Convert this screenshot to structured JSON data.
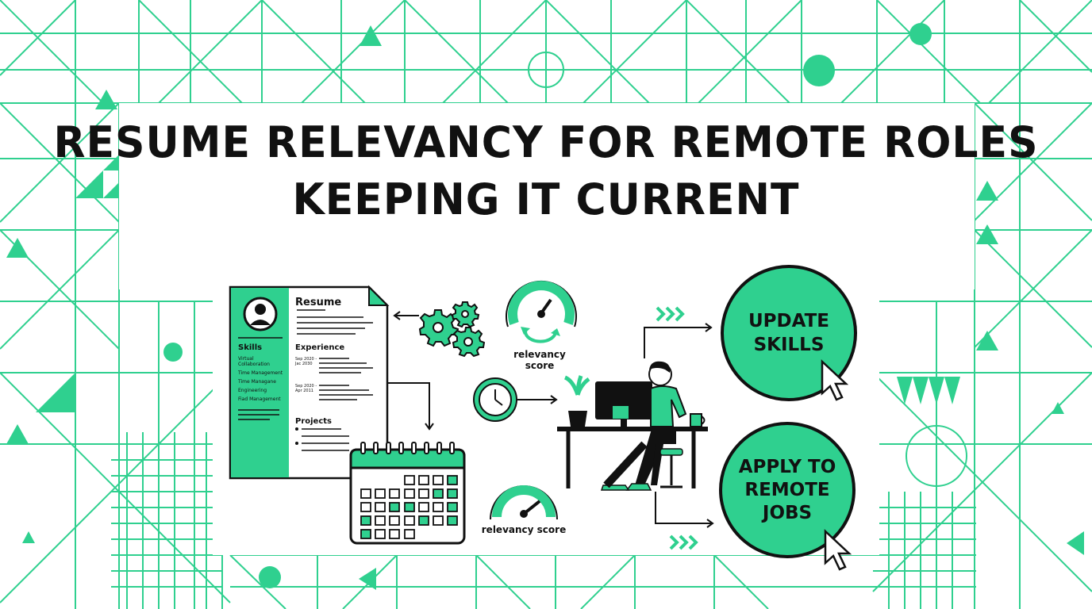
{
  "title": {
    "line1": "RESUME RELEVANCY FOR REMOTE ROLES",
    "line2": "KEEPING IT CURRENT"
  },
  "resume": {
    "heading": "Resume",
    "skills_heading": "Skills",
    "skills": [
      "Virtual Collaboration",
      "Time Management",
      "Time Managane",
      "Engineering",
      "Fiad Management"
    ],
    "experience_heading": "Experience",
    "dates": [
      "Sep 2020 - Jac 2030",
      "Sep 2020 - Apr 2011"
    ],
    "projects_heading": "Projects"
  },
  "labels": {
    "relevancy_score_top": "relevancy score",
    "relevancy_score_bottom": "relevancy score"
  },
  "buttons": {
    "update_skills": "UPDATE SKILLS",
    "apply_remote": "APPLY TO REMOTE JOBS"
  },
  "colors": {
    "accent": "#2fd08f",
    "ink": "#111111",
    "background": "#ffffff"
  },
  "icons": [
    "person-icon",
    "gear-icon",
    "gauge-icon",
    "refresh-icon",
    "clock-icon",
    "calendar-icon",
    "plant-icon",
    "monitor-icon",
    "mug-icon",
    "cursor-icon",
    "chevrons-icon",
    "arrow-icon"
  ]
}
